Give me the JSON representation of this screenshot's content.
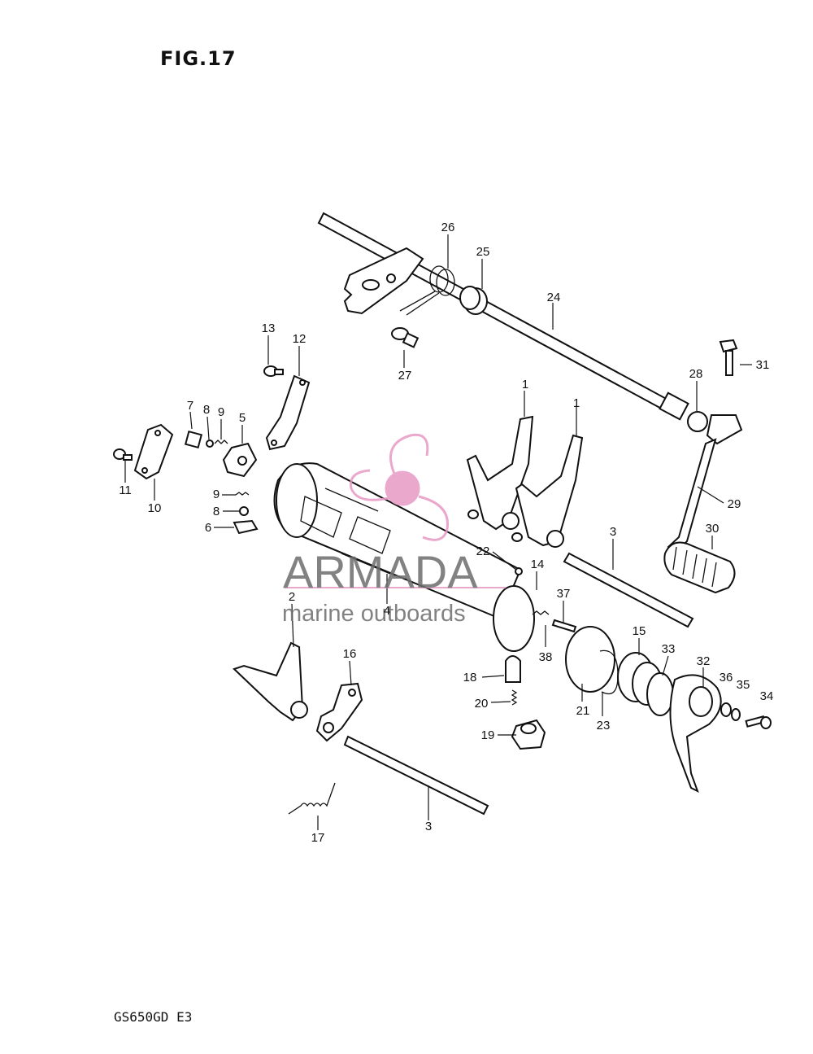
{
  "figure": {
    "title": "FIG.17",
    "model": "GS650GD E3"
  },
  "watermark": {
    "brand": "ARMADA",
    "tagline": "marine outboards",
    "accent_color": "#e79ac4"
  },
  "callouts": [
    {
      "id": "c26",
      "label": "26"
    },
    {
      "id": "c25",
      "label": "25"
    },
    {
      "id": "c24",
      "label": "24"
    },
    {
      "id": "c13",
      "label": "13"
    },
    {
      "id": "c12",
      "label": "12"
    },
    {
      "id": "c27",
      "label": "27"
    },
    {
      "id": "c31",
      "label": "31"
    },
    {
      "id": "c28",
      "label": "28"
    },
    {
      "id": "c1a",
      "label": "1"
    },
    {
      "id": "c1b",
      "label": "1"
    },
    {
      "id": "c7",
      "label": "7"
    },
    {
      "id": "c8a",
      "label": "8"
    },
    {
      "id": "c9a",
      "label": "9"
    },
    {
      "id": "c5",
      "label": "5"
    },
    {
      "id": "c11",
      "label": "11"
    },
    {
      "id": "c10",
      "label": "10"
    },
    {
      "id": "c9b",
      "label": "9"
    },
    {
      "id": "c8b",
      "label": "8"
    },
    {
      "id": "c6",
      "label": "6"
    },
    {
      "id": "c29",
      "label": "29"
    },
    {
      "id": "c30",
      "label": "30"
    },
    {
      "id": "c3a",
      "label": "3"
    },
    {
      "id": "c22",
      "label": "22"
    },
    {
      "id": "c14",
      "label": "14"
    },
    {
      "id": "c37",
      "label": "37"
    },
    {
      "id": "c2",
      "label": "2"
    },
    {
      "id": "c4",
      "label": "4"
    },
    {
      "id": "c15",
      "label": "15"
    },
    {
      "id": "c33",
      "label": "33"
    },
    {
      "id": "c38",
      "label": "38"
    },
    {
      "id": "c16",
      "label": "16"
    },
    {
      "id": "c18",
      "label": "18"
    },
    {
      "id": "c32",
      "label": "32"
    },
    {
      "id": "c36",
      "label": "36"
    },
    {
      "id": "c35",
      "label": "35"
    },
    {
      "id": "c34",
      "label": "34"
    },
    {
      "id": "c20",
      "label": "20"
    },
    {
      "id": "c21",
      "label": "21"
    },
    {
      "id": "c23",
      "label": "23"
    },
    {
      "id": "c19",
      "label": "19"
    },
    {
      "id": "c3b",
      "label": "3"
    },
    {
      "id": "c17",
      "label": "17"
    }
  ]
}
